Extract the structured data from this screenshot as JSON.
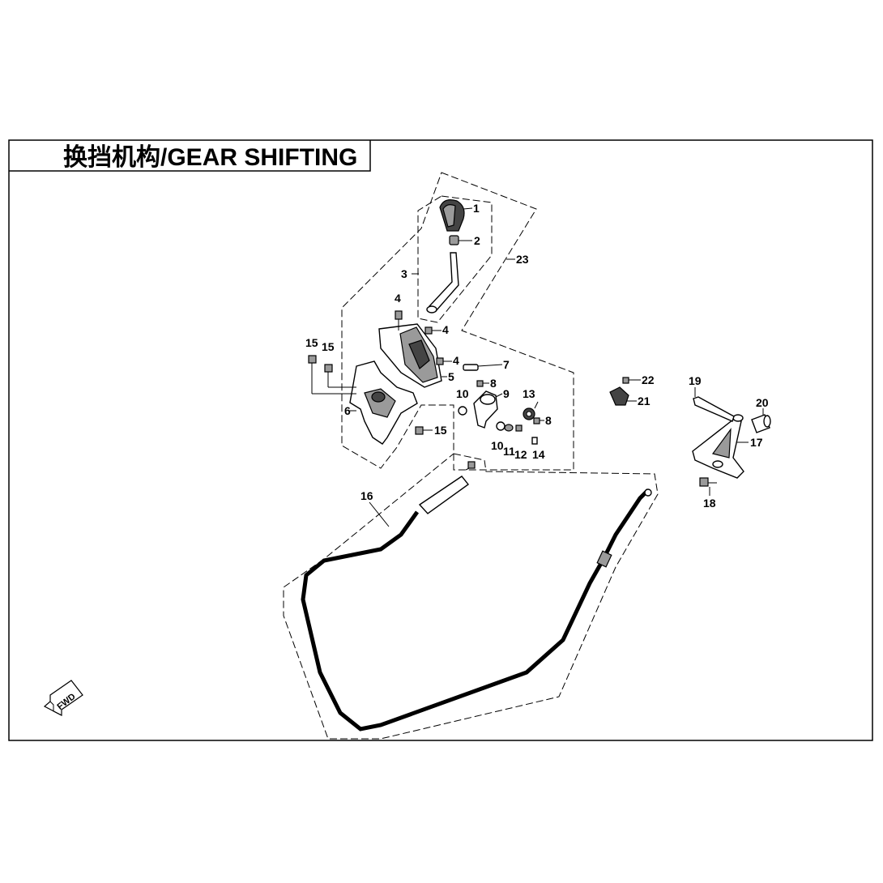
{
  "title": {
    "chinese": "换挡机构",
    "separator": "/",
    "english": "GEAR SHIFTING"
  },
  "fwd_label": "FWD",
  "callouts": {
    "c1": "1",
    "c2": "2",
    "c3": "3",
    "c4a": "4",
    "c4b": "4",
    "c4c": "4",
    "c5": "5",
    "c6": "6",
    "c7": "7",
    "c8a": "8",
    "c8b": "8",
    "c9": "9",
    "c10a": "10",
    "c10b": "10",
    "c11": "11",
    "c12": "12",
    "c13": "13",
    "c14": "14",
    "c15a": "15",
    "c15b": "15",
    "c15c": "15",
    "c16": "16",
    "c17": "17",
    "c18": "18",
    "c19": "19",
    "c20": "20",
    "c21": "21",
    "c22": "22",
    "c23": "23"
  }
}
